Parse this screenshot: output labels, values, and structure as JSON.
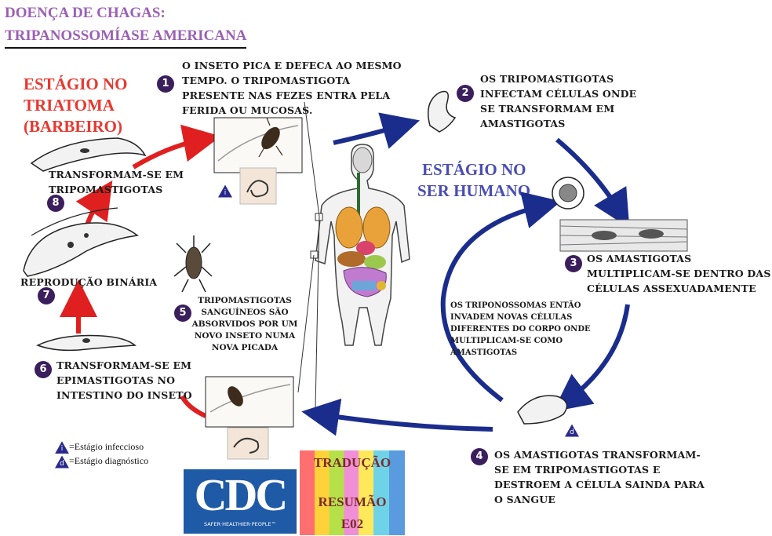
{
  "title": {
    "line1": "DOENÇA DE CHAGAS:",
    "line2": "TRIPANOSSOMÍASE AMERICANA"
  },
  "stage_triatoma": {
    "line1": "ESTÁGIO NO",
    "line2": "TRIATOMA",
    "line3": "(BARBEIRO)"
  },
  "stage_human": {
    "line1": "ESTÁGIO NO",
    "line2": "SER HUMANO"
  },
  "steps": {
    "s1": {
      "num": "1",
      "lines": [
        "O INSETO PICA E DEFECA AO MESMO",
        "TEMPO. O TRIPOMASTIGOTA",
        "PRESENTE NAS FEZES ENTRA PELA",
        "FERIDA OU MUCOSAS."
      ]
    },
    "s2": {
      "num": "2",
      "lines": [
        "OS TRIPOMASTIGOTAS",
        "INFECTAM CÉLULAS ONDE",
        "SE TRANSFORMAM EM",
        "AMASTIGOTAS"
      ]
    },
    "s3": {
      "num": "3",
      "lines": [
        "OS AMASTIGOTAS",
        "MULTIPLICAM-SE DENTRO DAS",
        "CÉLULAS ASSEXUADAMENTE"
      ]
    },
    "s4": {
      "num": "4",
      "lines": [
        "OS AMASTIGOTAS TRANSFORMAM-",
        "SE EM TRIPOMASTIGOTAS E",
        "DESTROEM A CÉLULA SAINDA PARA",
        "O SANGUE"
      ]
    },
    "s5": {
      "num": "5",
      "lines": [
        "TRIPOMASTIGOTAS",
        "SANGUÍNEOS SÃO",
        "ABSORVIDOS POR UM",
        "NOVO INSETO NUMA",
        "NOVA PICADA"
      ]
    },
    "s6": {
      "num": "6",
      "lines": [
        "TRANSFORMAM-SE EM",
        "EPIMASTIGOTAS NO",
        "INTESTINO DO INSETO"
      ]
    },
    "s7": {
      "num": "7",
      "lines": [
        "REPRODUÇÃO BINÁRIA"
      ]
    },
    "s8": {
      "num": "8",
      "lines": [
        "TRANSFORMAM-SE EM",
        "TRIPOMASTIGOTAS"
      ]
    }
  },
  "center_note": [
    "OS TRIPONOSSOMAS ENTÃO",
    "INVADEM NOVAS CÉLULAS",
    "DIFERENTES DO CORPO ONDE",
    "MULTIPLICAM-SE COMO",
    "AMASTIGOTAS"
  ],
  "legend": {
    "infectious_symbol": "i",
    "infectious_label": "=Estágio infeccioso",
    "diagnostic_symbol": "d",
    "diagnostic_label": "=Estágio diagnóstico"
  },
  "logo": {
    "text": "CDC",
    "tagline": "SAFER·HEALTHIER·PEOPLE™"
  },
  "translation_badge": {
    "line1": "TRADUÇÃO",
    "line2": "RESUMÃO",
    "line3": "E02"
  },
  "colors": {
    "red_arrow": "#e02020",
    "blue_arrow": "#1a2d8c",
    "title": "#9b5fb5",
    "badge": "#3a1f5c"
  }
}
